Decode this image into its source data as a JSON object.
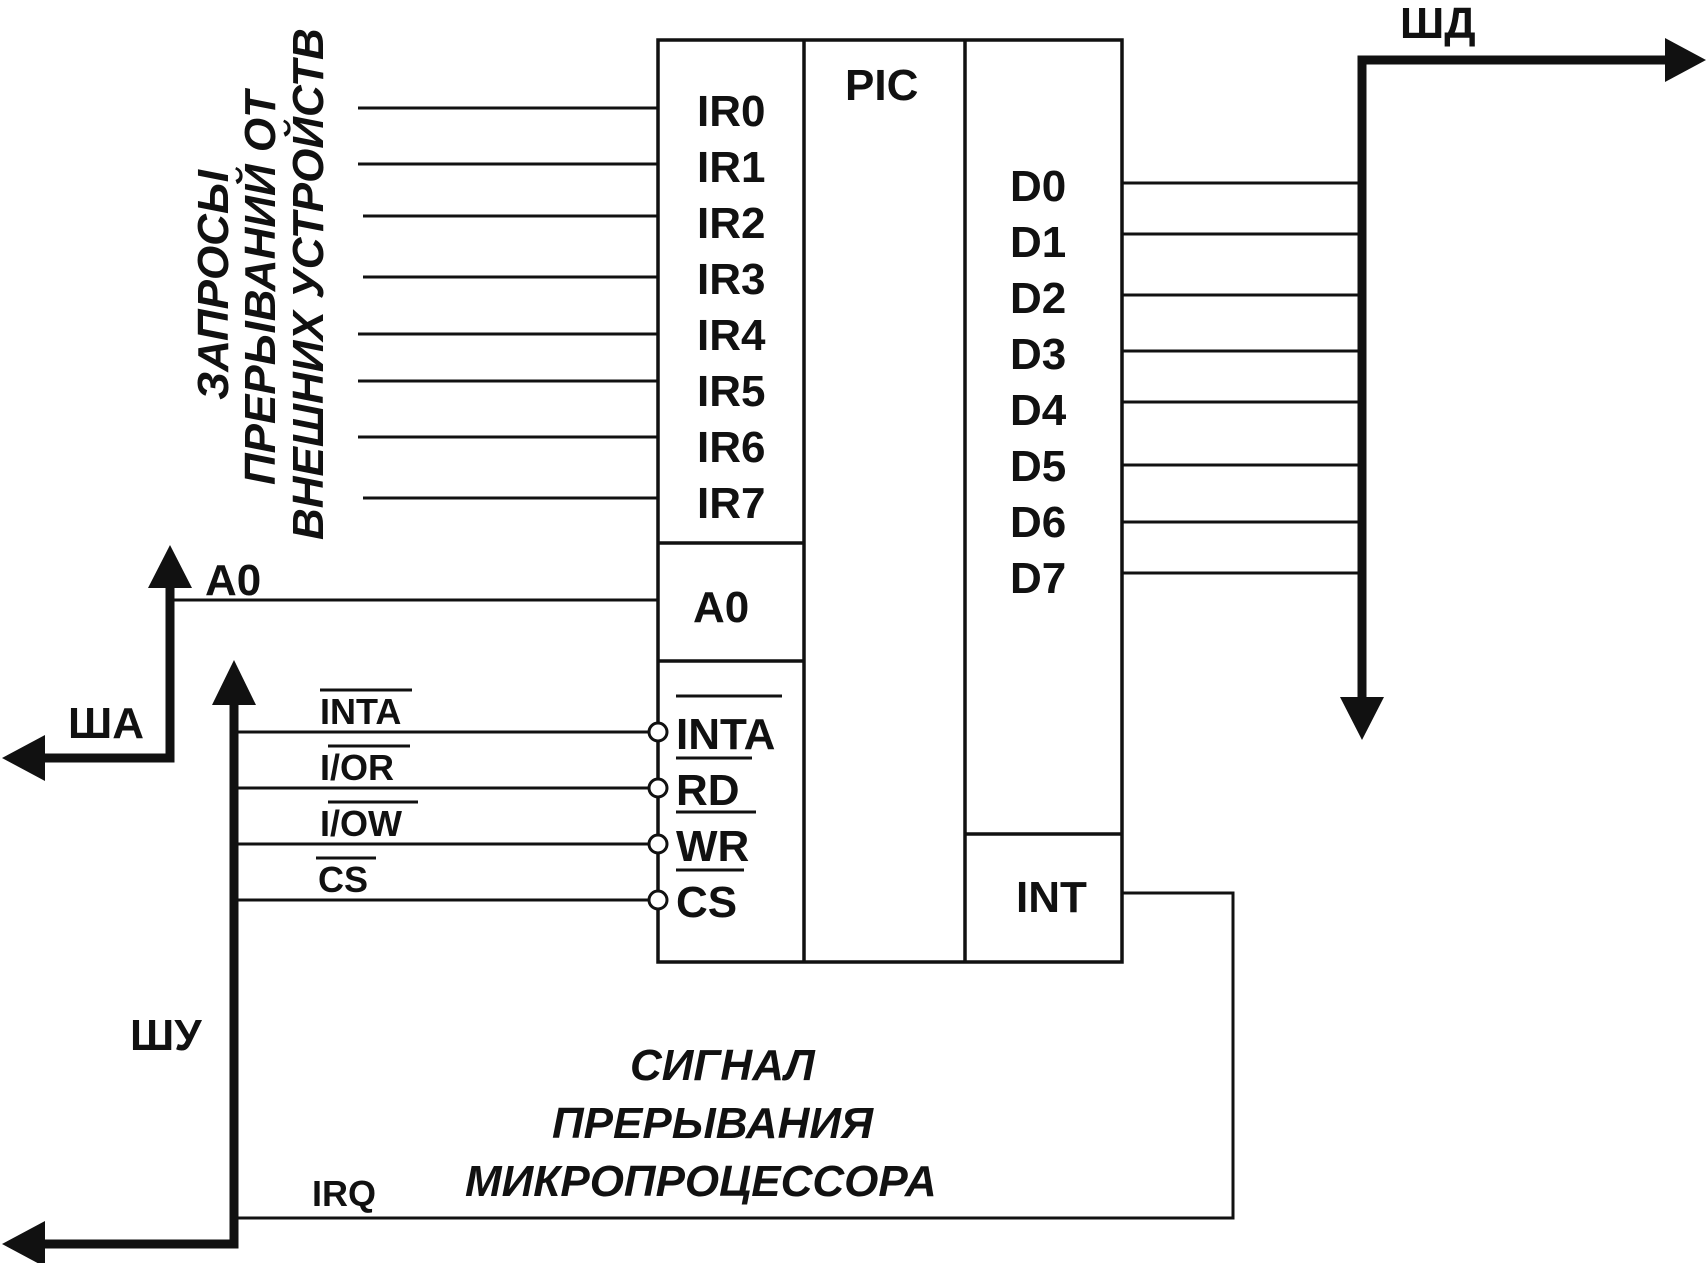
{
  "chip": {
    "name": "PIC",
    "ir_pins": [
      "IR0",
      "IR1",
      "IR2",
      "IR3",
      "IR4",
      "IR5",
      "IR6",
      "IR7"
    ],
    "a0_pin": "A0",
    "control_pins": [
      "INTA",
      "RD",
      "WR",
      "CS"
    ],
    "data_pins": [
      "D0",
      "D1",
      "D2",
      "D3",
      "D4",
      "D5",
      "D6",
      "D7"
    ],
    "int_pin": "INT"
  },
  "left_caption_lines": [
    "ЗАПРОСЫ",
    "ПРЕРЫВАНИЙ  ОТ",
    "ВНЕШНИХ УСТРОЙСТВ"
  ],
  "address_signal": "A0",
  "control_signals": [
    "INTA",
    "I/OR",
    "I/OW",
    "CS"
  ],
  "buses": {
    "address": "ША",
    "control": "ШУ",
    "data": "ШД"
  },
  "irq_label": "IRQ",
  "bottom_caption_lines": [
    "СИГНАЛ",
    "ПРЕРЫВАНИЯ",
    "МИКРОПРОЦЕССОРА"
  ]
}
